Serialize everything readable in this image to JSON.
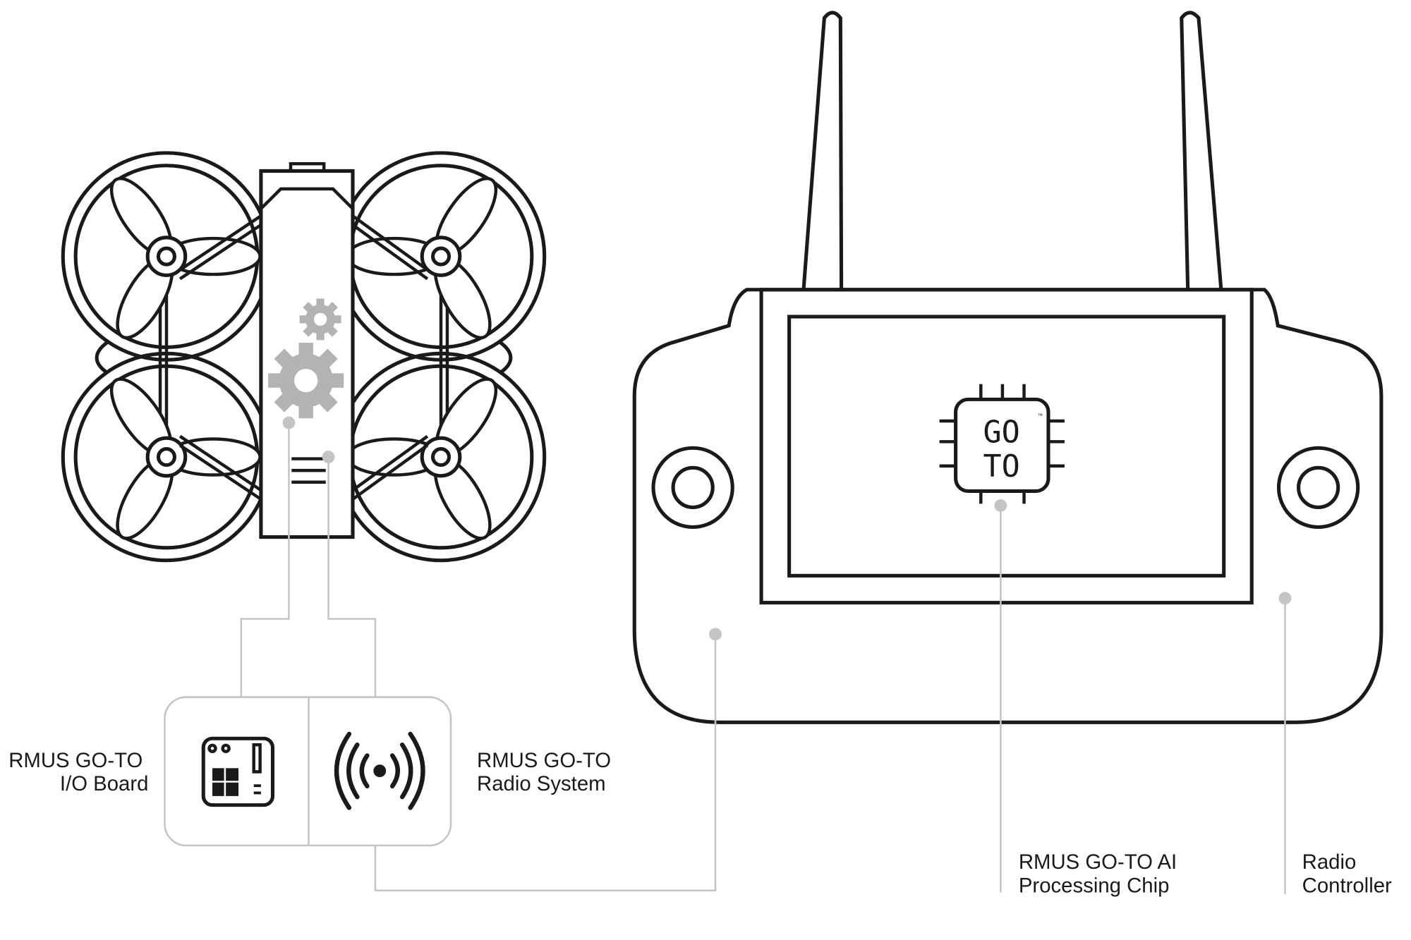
{
  "labels": {
    "io_board": [
      "RMUS GO-TO",
      "I/O Board"
    ],
    "radio_system": [
      "RMUS GO-TO",
      "Radio System"
    ],
    "ai_chip": [
      "RMUS GO-TO AI",
      "Processing Chip"
    ],
    "radio_controller": [
      "Radio",
      "Controller"
    ]
  },
  "chip_logo": {
    "line1": "GO",
    "line2": "TO",
    "mark": "™"
  },
  "colors": {
    "line": "#1a1a1a",
    "connector": "#c4c4c4",
    "gear": "#b3b3b3"
  }
}
